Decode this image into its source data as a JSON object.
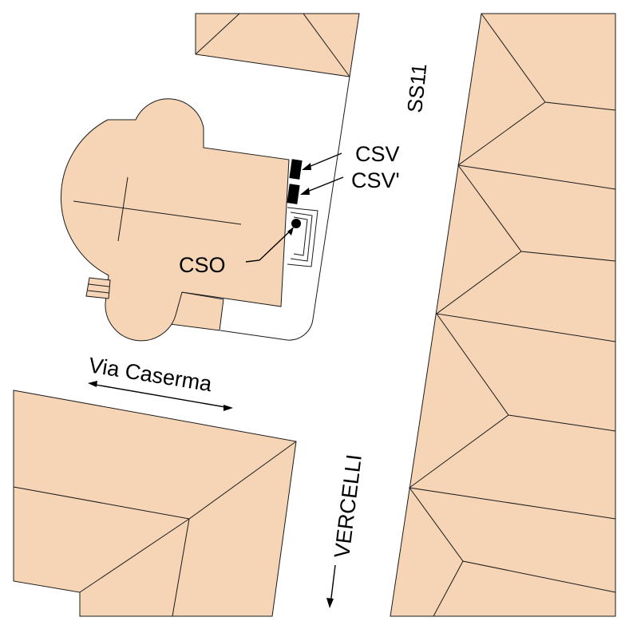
{
  "labels": {
    "street_ss11": "SS11",
    "street_via_caserma": "Via Caserma",
    "street_vercelli": "VERCELLI",
    "csv": "CSV",
    "csv_prime": "CSV'",
    "cso": "CSO"
  },
  "colors": {
    "building_fill": "#f5d5b5",
    "outline": "#1a1a1a",
    "background": "#ffffff"
  }
}
